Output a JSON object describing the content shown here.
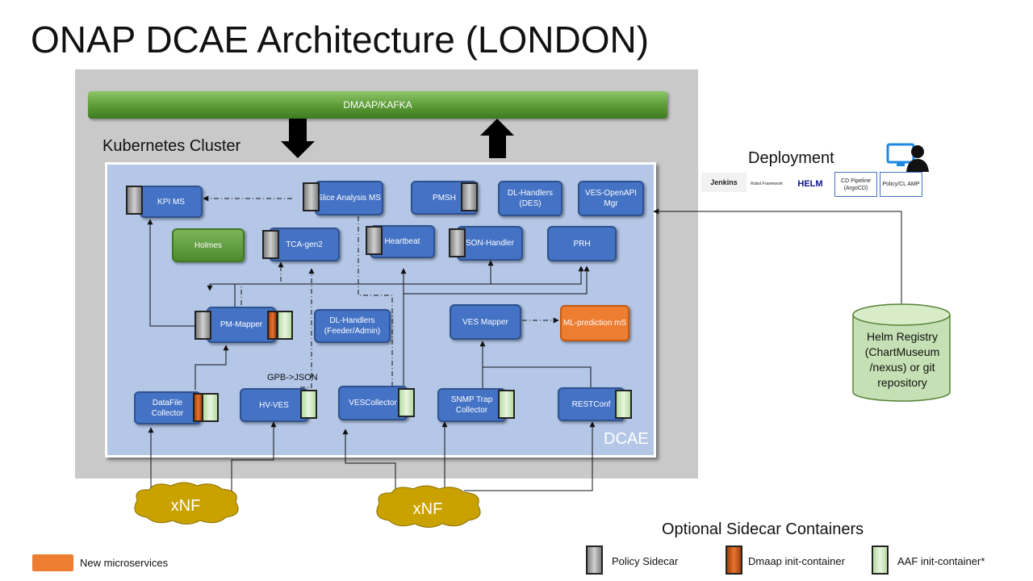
{
  "title": "ONAP DCAE Architecture (LONDON)",
  "kafka_label": "DMAAP/KAFKA",
  "cluster_label": "Kubernetes Cluster",
  "dcae_label": "DCAE",
  "services": {
    "kpi_ms": "KPI MS",
    "slice_analysis": "Slice Analysis MS",
    "pmsh": "PMSH",
    "dl_handlers_des": "DL-Handlers (DES)",
    "ves_openapi": "VES-OpenAPI Mgr",
    "holmes": "Holmes",
    "tca_gen2": "TCA-gen2",
    "heartbeat": "Heartbeat",
    "son_handler": "SON-Handler",
    "prh": "PRH",
    "pm_mapper": "PM-Mapper",
    "dl_handlers_feeder": "DL-Handlers (Feeder/Admin)",
    "ves_mapper": "VES Mapper",
    "ml_prediction": "ML-prediction mS",
    "datafile_collector": "DataFile Collector",
    "hv_ves": "HV-VES",
    "ves_collector": "VESCollector",
    "snmp_trap": "SNMP Trap Collector",
    "restconf": "RESTConf"
  },
  "gpb_label": "GPB->JSON",
  "xnf_label": "xNF",
  "deployment": {
    "label": "Deployment",
    "tools": {
      "jenkins": "Jenkins",
      "robot": "Robot Framework",
      "helm": "HELM",
      "cd": "CD Pipeline (ArgoCD)",
      "policy": "Policy/CL AMP"
    }
  },
  "helm_registry": "Helm Registry (ChartMuseum /nexus) or git repository",
  "legend": {
    "new_ms": "New microservices",
    "optional_title": "Optional Sidecar Containers",
    "policy_sidecar": "Policy Sidecar",
    "dmaap_init": "Dmaap init-container",
    "aaf_init": "AAF init-container*"
  },
  "colors": {
    "microservice": "#4472c4",
    "new_microservice": "#ed7d31",
    "kafka": "#5a9a34",
    "cluster": "#b4c7e7",
    "xnf_cloud": "#c9a200",
    "helm_cylinder": "#c5e0b4"
  }
}
